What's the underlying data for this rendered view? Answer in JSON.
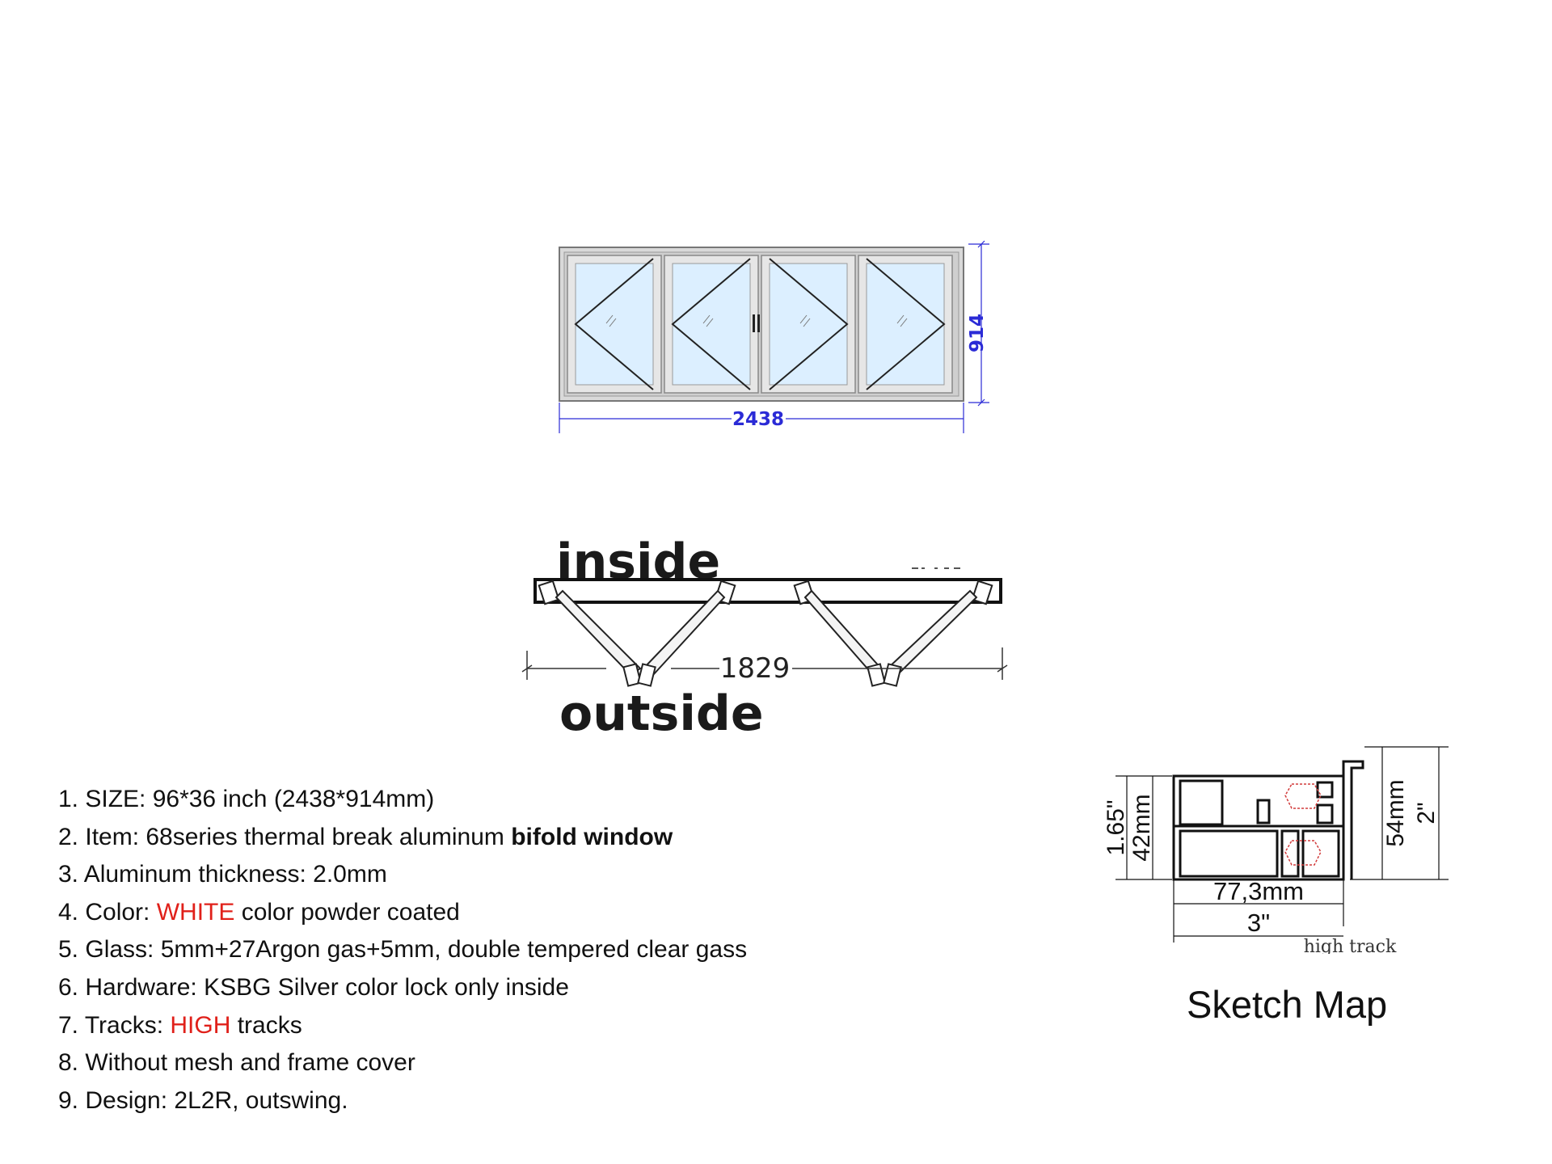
{
  "elevation": {
    "width_label": "2438",
    "height_label": "914",
    "panels": 4
  },
  "plan": {
    "inside_label": "inside",
    "outside_label": "outside",
    "width_label": "1829"
  },
  "specs": {
    "items": [
      {
        "pre": "1. SIZE: 96*36 inch (2438*914mm)",
        "hl": "",
        "post": ""
      },
      {
        "pre": "2. Item: 68series thermal break aluminum ",
        "bold": "bifold window",
        "post": ""
      },
      {
        "pre": "3. Aluminum thickness: 2.0mm",
        "hl": "",
        "post": ""
      },
      {
        "pre": "4. Color: ",
        "hl": "WHITE",
        "post": " color powder coated"
      },
      {
        "pre": "5. Glass: 5mm+27Argon gas+5mm, double tempered clear gass",
        "hl": "",
        "post": ""
      },
      {
        "pre": "6. Hardware: KSBG Silver color lock only inside",
        "hl": "",
        "post": ""
      },
      {
        "pre": "7. Tracks: ",
        "hl": "HIGH",
        "post": " tracks"
      },
      {
        "pre": "8. Without mesh and frame cover",
        "hl": "",
        "post": ""
      },
      {
        "pre": "9. Design: 2L2R, outswing.",
        "hl": "",
        "post": ""
      }
    ],
    "highlight_color": "#e0201a"
  },
  "profile": {
    "left_inch": "1.65\"",
    "left_mm": "42mm",
    "right_mm": "54mm",
    "right_inch": "2\"",
    "bottom_mm": "77,3mm",
    "bottom_inch": "3\"",
    "track_label": "high track"
  },
  "sketch_title": "Sketch Map"
}
